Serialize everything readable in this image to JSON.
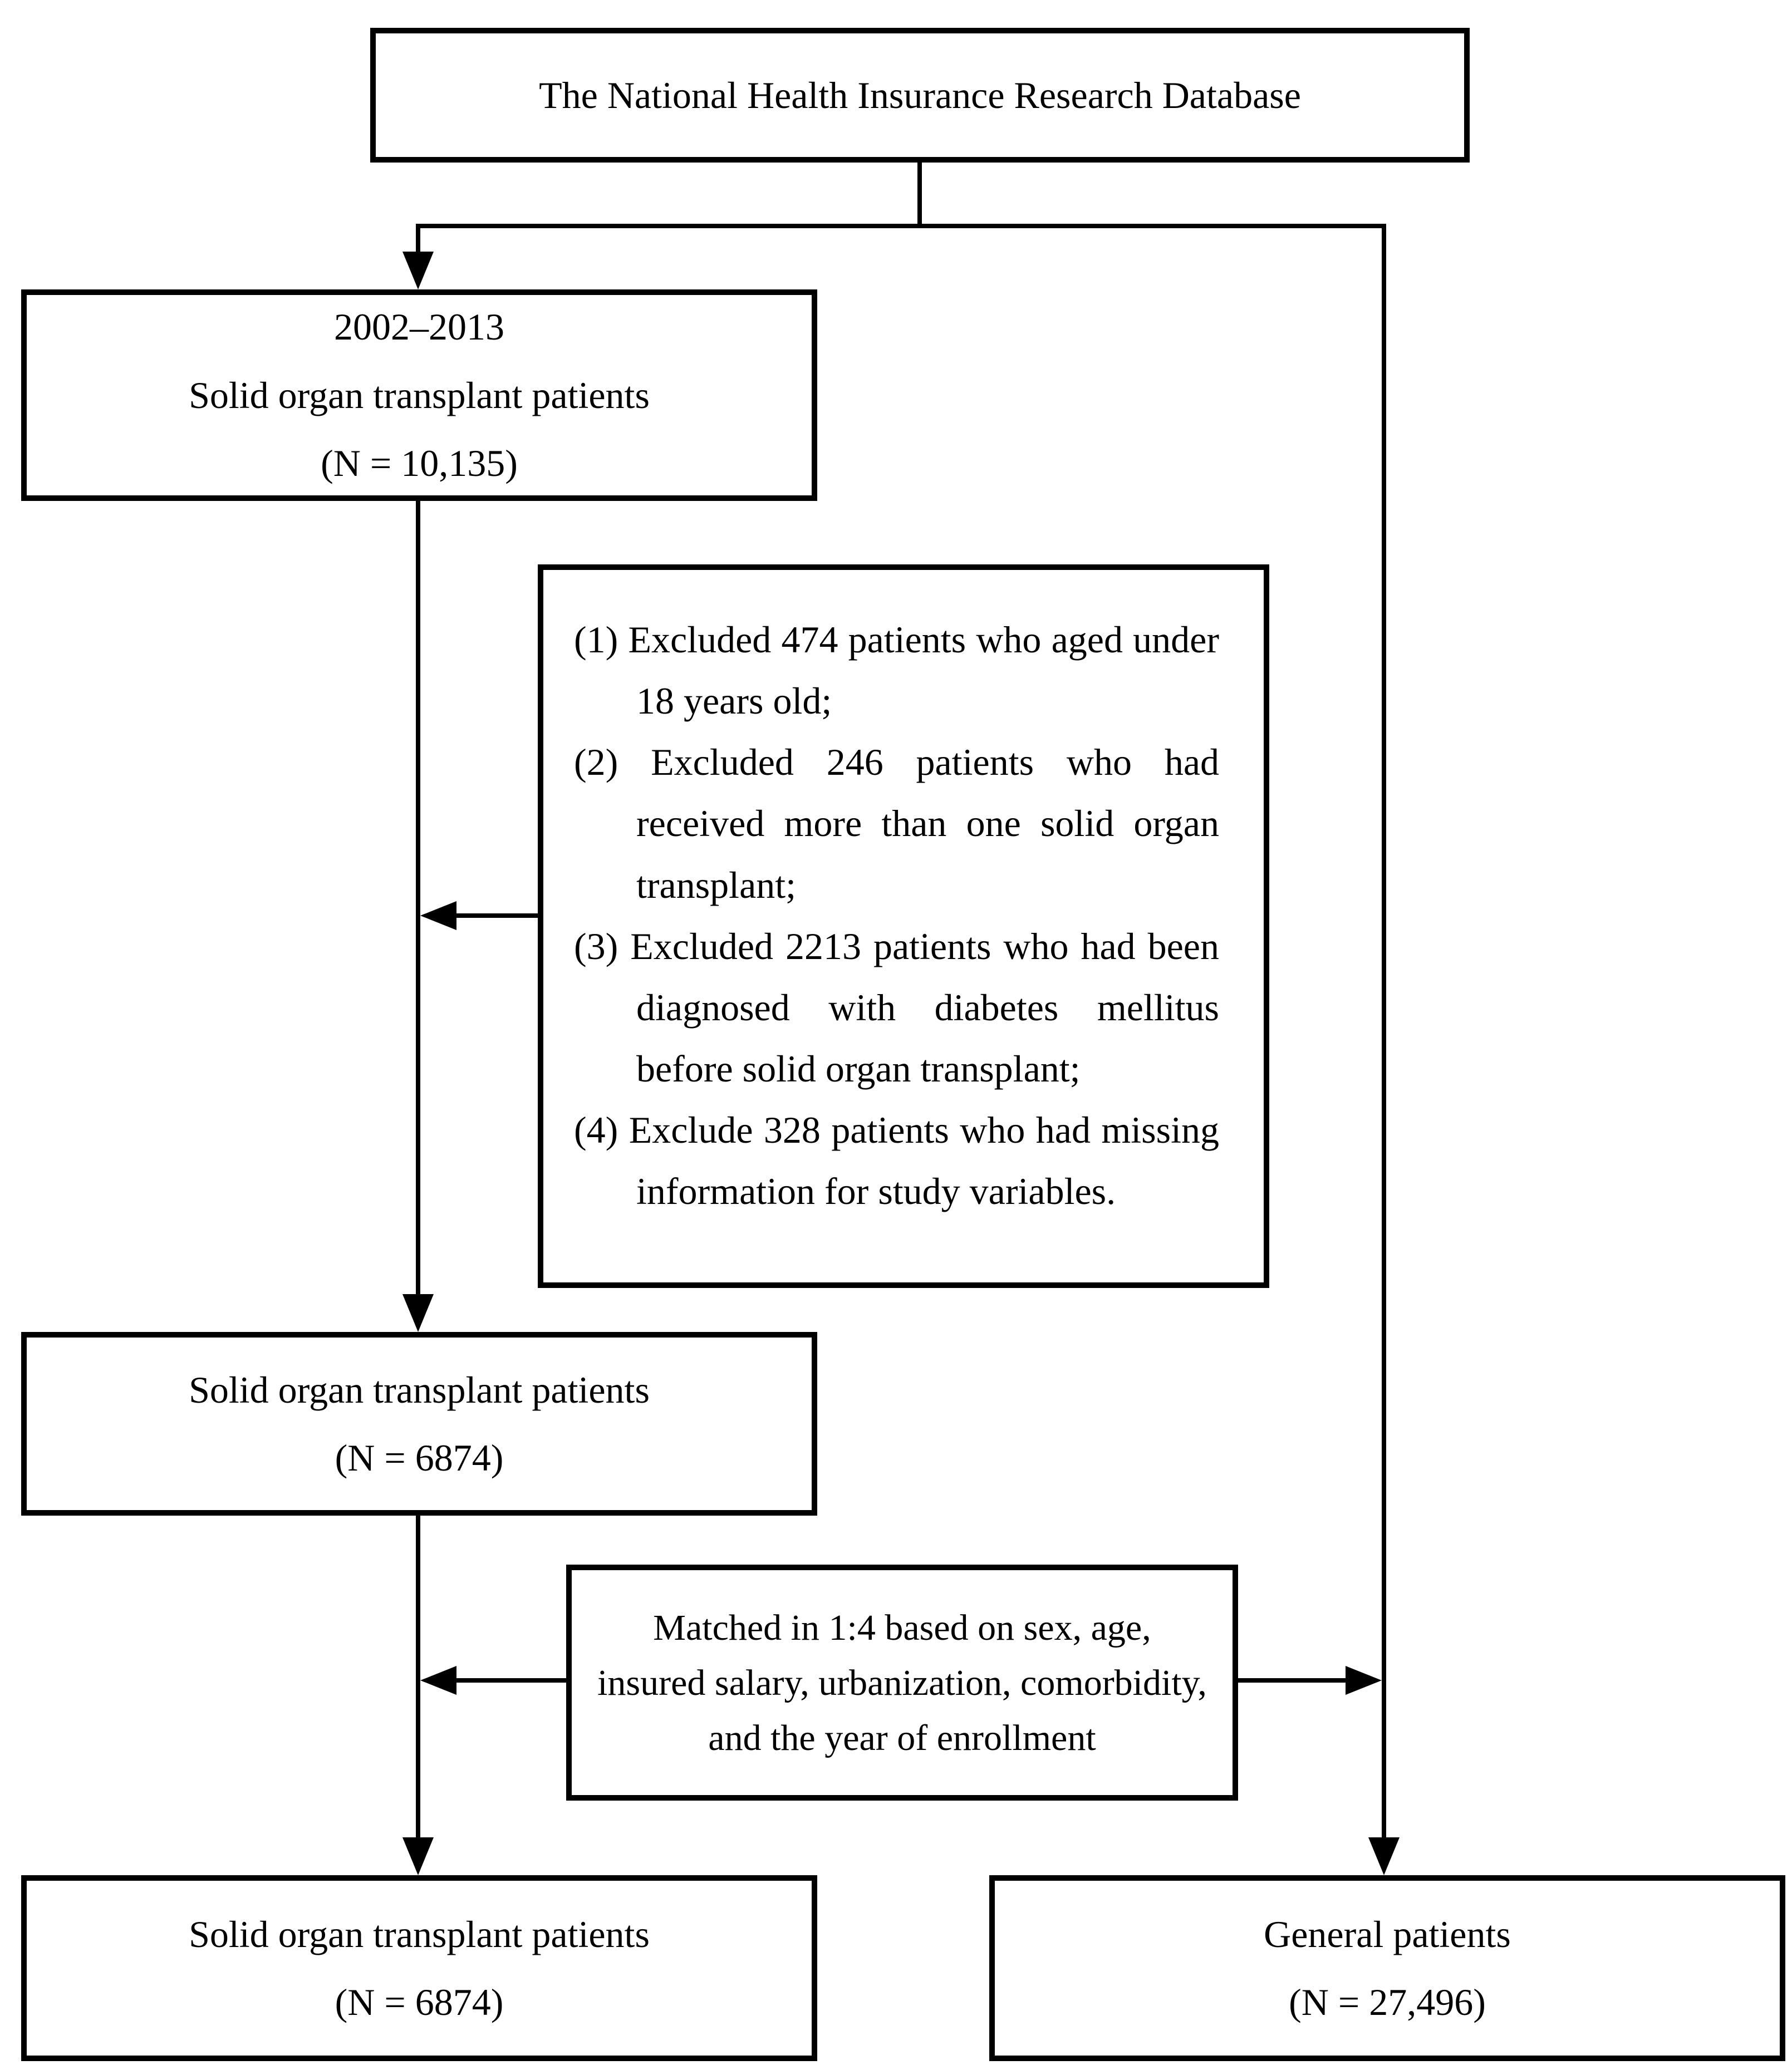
{
  "figure": {
    "colors": {
      "background": "#ffffff",
      "line": "#000000",
      "text": "#000000"
    },
    "boxes": {
      "database": {
        "text": "The National Health Insurance Research Database"
      },
      "cohort_2002_2013": {
        "line1": "2002–2013",
        "line2": "Solid organ transplant patients",
        "line3": "(N = 10,135)"
      },
      "exclusions": {
        "items": [
          "(1) Excluded 474 patients who aged under 18 years old;",
          "(2) Excluded 246 patients who had received more than one solid organ transplant;",
          "(3) Excluded 2213 patients who had been diagnosed with diabetes mellitus before solid organ transplant;",
          "(4) Exclude 328 patients who had missing information for study variables."
        ]
      },
      "after_exclusion": {
        "line1": "Solid organ transplant patients",
        "line2": "(N = 6874)"
      },
      "matching": {
        "text": "Matched in 1:4 based on sex, age, insured salary, urbanization, comorbidity, and the year of enrollment"
      },
      "transplant_group": {
        "line1": "Solid organ transplant patients",
        "line2": "(N = 6874)"
      },
      "general_group": {
        "line1": "General patients",
        "line2": "(N = 27,496)"
      }
    }
  }
}
